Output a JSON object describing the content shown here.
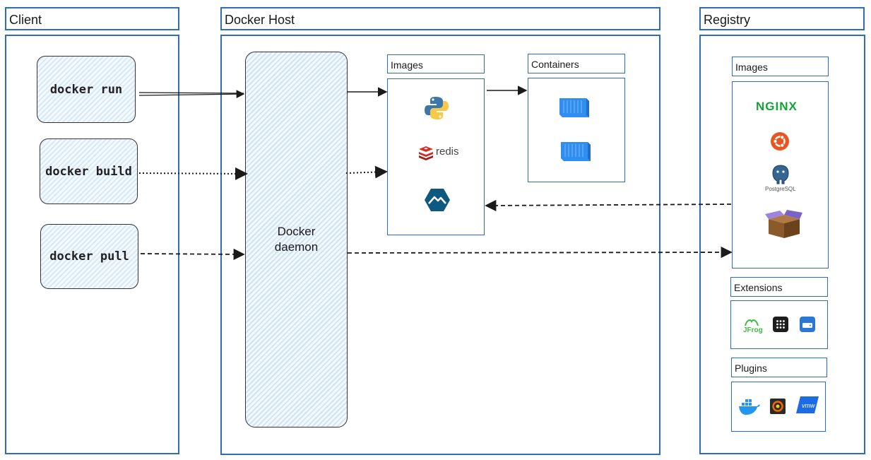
{
  "client": {
    "title": "Client",
    "commands": [
      "docker run",
      "docker build",
      "docker pull"
    ]
  },
  "host": {
    "title": "Docker Host",
    "daemon_line1": "Docker",
    "daemon_line2": "daemon",
    "images_label": "Images",
    "containers_label": "Containers",
    "redis_text": "redis"
  },
  "registry": {
    "title": "Registry",
    "images_label": "Images",
    "extensions_label": "Extensions",
    "plugins_label": "Plugins",
    "nginx_text": "NGINX",
    "postgres_text": "PostgreSQL",
    "jfrog_text": "JFrog",
    "vmw_text": "vmw"
  },
  "colors": {
    "border": "#2f6db5",
    "container_blue": "#2f8ef0",
    "python_blue": "#3b77a8",
    "python_yellow": "#f7c948",
    "redis_red": "#d82c20",
    "nginx_green": "#13a338",
    "ubuntu_orange": "#e95420"
  }
}
